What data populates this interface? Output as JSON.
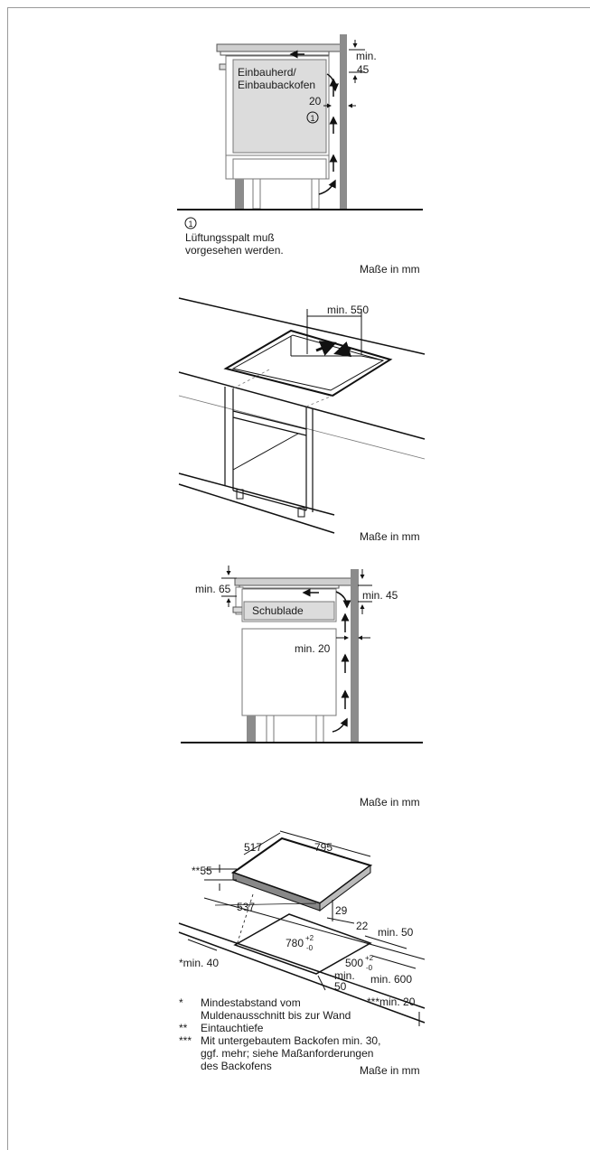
{
  "units_label": "Maße in mm",
  "fig1": {
    "label_oven_1": "Einbauherd/",
    "label_oven_2": "Einbaubackofen",
    "min": "min.",
    "dim_45": "45",
    "dim_20": "20",
    "marker": "1",
    "note_marker": "1",
    "note_line1": "Lüftungsspalt muß",
    "note_line2": "vorgesehen werden."
  },
  "fig2": {
    "dim_min550": "min. 550"
  },
  "fig3": {
    "label_drawer": "Schublade",
    "dim_min65": "min. 65",
    "dim_min45": "min. 45",
    "dim_min20": "min. 20"
  },
  "fig4": {
    "dim_517": "517",
    "dim_795": "795",
    "dim_55": "**55",
    "dim_537": "537",
    "dim_29": "29",
    "dim_22": "22",
    "dim_min50_a": "min. 50",
    "dim_780": "780",
    "dim_780_tol_up": "+2",
    "dim_780_tol_down": "-0",
    "dim_500": "500",
    "dim_500_tol_up": "+2",
    "dim_500_tol_down": "-0",
    "dim_min40": "*min. 40",
    "dim_min50_b_1": "min.",
    "dim_min50_b_2": "50",
    "dim_min600": "min. 600",
    "dim_min20": "***min. 20"
  },
  "footnotes": [
    {
      "mark": "*",
      "text": "Mindestabstand vom"
    },
    {
      "mark": "",
      "text": "Muldenausschnitt bis zur Wand"
    },
    {
      "mark": "**",
      "text": "Eintauchtiefe"
    },
    {
      "mark": "***",
      "text": "Mit untergebautem Backofen min. 30,"
    },
    {
      "mark": "",
      "text": "ggf. mehr; siehe Maßanforderungen"
    },
    {
      "mark": "",
      "text": "des Backofens"
    }
  ]
}
